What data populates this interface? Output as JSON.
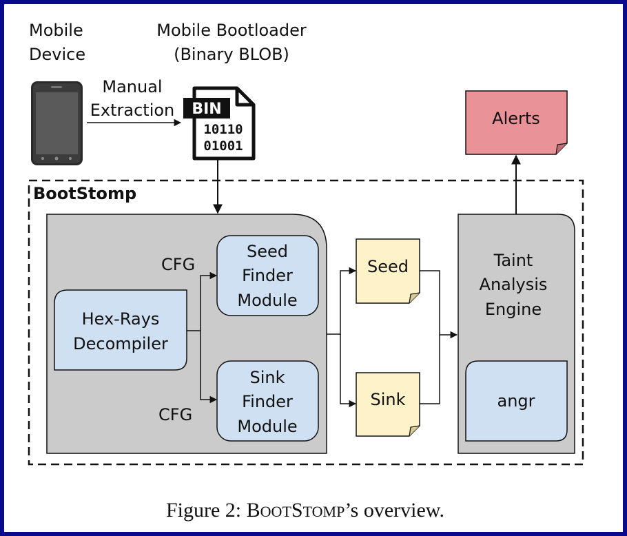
{
  "labels": {
    "mobile_device": [
      "Mobile",
      "Device"
    ],
    "bootloader": [
      "Mobile Bootloader",
      "(Binary BLOB)"
    ],
    "manual_extraction": [
      "Manual",
      "Extraction"
    ],
    "bin_tag": "BIN",
    "bin_bits": [
      "10110",
      "01001"
    ],
    "alerts": "Alerts",
    "bootstomp": "BootStomp",
    "cfg_top": "CFG",
    "cfg_bottom": "CFG",
    "hexrays": [
      "Hex-Rays",
      "Decompiler"
    ],
    "seed_finder": [
      "Seed",
      "Finder",
      "Module"
    ],
    "sink_finder": [
      "Sink",
      "Finder",
      "Module"
    ],
    "seed": "Seed",
    "sink": "Sink",
    "taint_engine": [
      "Taint",
      "Analysis",
      "Engine"
    ],
    "angr": "angr"
  },
  "caption": {
    "prefix": "Figure 2: ",
    "b_initial": "B",
    "b_rest": "OOT",
    "s_initial": "S",
    "s_rest": "TOMP",
    "suffix": "’s overview."
  },
  "colors": {
    "frame": "#0a0a8c",
    "module_fill": "#cfe0f2",
    "panel_fill": "#cbcbcb",
    "note_fill": "#fdf2c8",
    "alert_fill": "#e99398"
  }
}
